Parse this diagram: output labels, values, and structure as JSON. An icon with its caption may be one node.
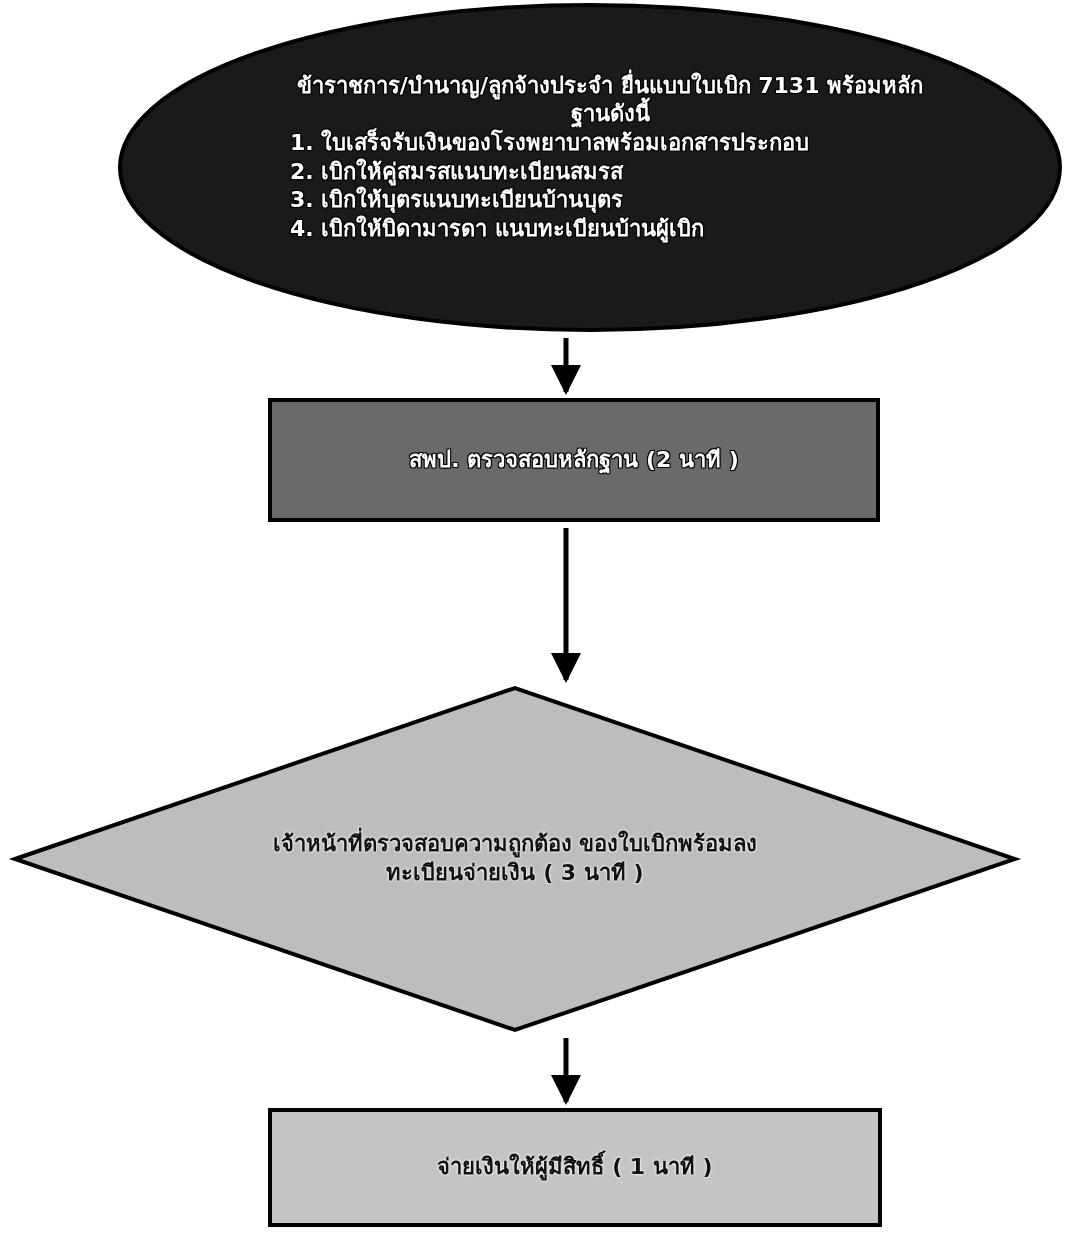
{
  "diagram": {
    "nodes": [
      {
        "text": [
          "ข้าราชการ/บำนาญ/ลูกจ้างประจำ ยื่นแบบใบเบิก 7131 พร้อมหลักฐานดังนี้",
          "1. ใบเสร็จรับเงินของโรงพยาบาลพร้อมเอกสารประกอบ",
          "2. เบิกให้คู่สมรสแนบทะเบียนสมรส",
          "3. เบิกให้บุตรแนบทะเบียนบ้านบุตร",
          "4. เบิกให้บิดามารดา แนบทะเบียนบ้านผู้เบิก"
        ]
      },
      {
        "text": [
          "สพป. ตรวจสอบหลักฐาน (2 นาที )"
        ]
      },
      {
        "text": [
          "เจ้าหน้าที่ตรวจสอบความถูกต้อง ของใบเบิกพร้อมลงทะเบียนจ่ายเงิน ( 3 นาที )"
        ]
      },
      {
        "text": [
          "จ่ายเงินให้ผู้มีสิทธิ์ ( 1 นาที )"
        ]
      }
    ],
    "edges": [
      {
        "from": 0,
        "to": 1,
        "arrow": "to"
      },
      {
        "from": 1,
        "to": 2,
        "arrow": "to"
      },
      {
        "from": 2,
        "to": 3,
        "arrow": "to"
      }
    ]
  }
}
